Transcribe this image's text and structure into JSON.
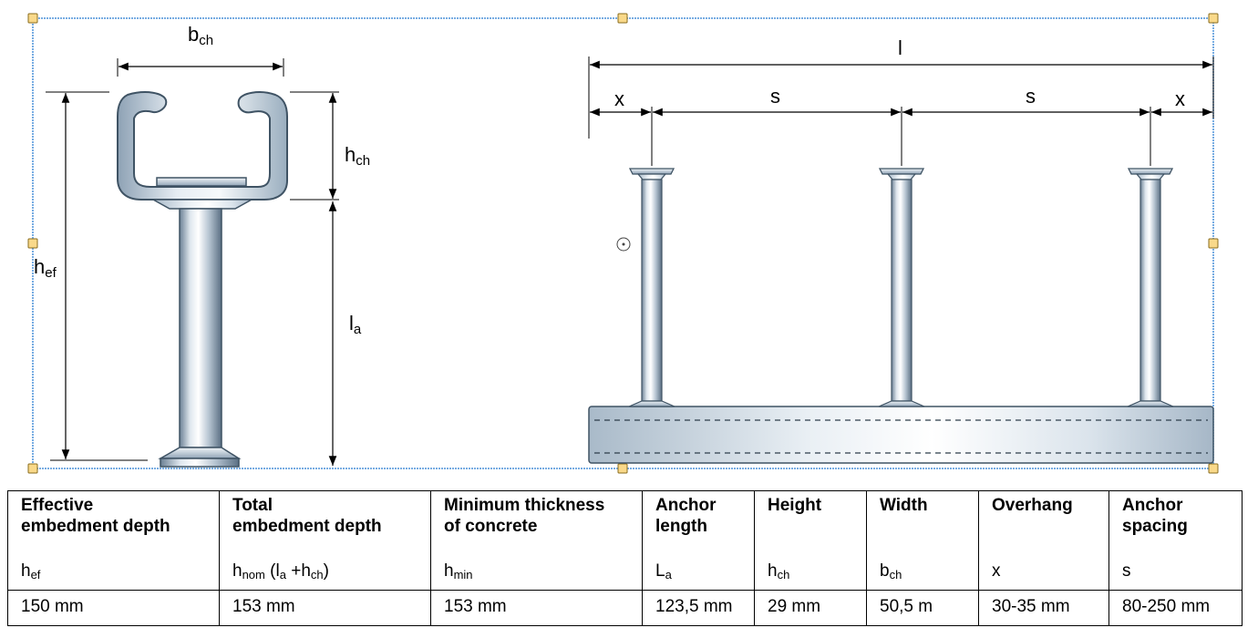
{
  "diagram": {
    "left_view": {
      "width_label": {
        "base": "b",
        "sub": "ch"
      },
      "channel_height_label": {
        "base": "h",
        "sub": "ch"
      },
      "embed_depth_label": {
        "base": "h",
        "sub": "ef"
      },
      "anchor_length_label": {
        "base": "l",
        "sub": "a"
      }
    },
    "right_view": {
      "total_length_label": "l",
      "overhang_label": "x",
      "spacing_label": "s"
    }
  },
  "table": {
    "columns": [
      {
        "title_line1": "Effective",
        "title_line2": "embedment depth",
        "sym_base": "h",
        "sym_sub": "ef",
        "sym_rest": "",
        "value": "150 mm"
      },
      {
        "title_line1": "Total",
        "title_line2": "embedment depth",
        "sym_base": "h",
        "sym_sub": "nom",
        "sym_rest": "(l",
        "value": "153 mm"
      },
      {
        "title_line1": "Minimum thickness",
        "title_line2": "of concrete",
        "sym_base": "h",
        "sym_sub": "min",
        "sym_rest": "",
        "value": "153 mm"
      },
      {
        "title_line1": "Anchor",
        "title_line2": "length",
        "sym_base": "L",
        "sym_sub": "a",
        "sym_rest": "",
        "value": "123,5 mm"
      },
      {
        "title_line1": "Height",
        "title_line2": "",
        "sym_base": "h",
        "sym_sub": "ch",
        "sym_rest": "",
        "value": "29 mm"
      },
      {
        "title_line1": "Width",
        "title_line2": "",
        "sym_base": "b",
        "sym_sub": "ch",
        "sym_rest": "",
        "value": "50,5 m"
      },
      {
        "title_line1": "Overhang",
        "title_line2": "",
        "sym_base": "x",
        "sym_sub": "",
        "sym_rest": "",
        "value": "30-35 mm"
      },
      {
        "title_line1": "Anchor",
        "title_line2": "spacing",
        "sym_base": "s",
        "sym_sub": "",
        "sym_rest": "",
        "value": "80-250 mm"
      }
    ],
    "total_depth_formula": {
      "a_sub": "a",
      "plus": " +h",
      "ch_sub": "ch",
      "close": ")"
    }
  },
  "colors": {
    "selection": "#4a90d9",
    "handle_fill": "#f9d98a",
    "steel_light": "#e8eef4",
    "steel_mid": "#b9c7d4",
    "steel_dark": "#5d7286"
  }
}
